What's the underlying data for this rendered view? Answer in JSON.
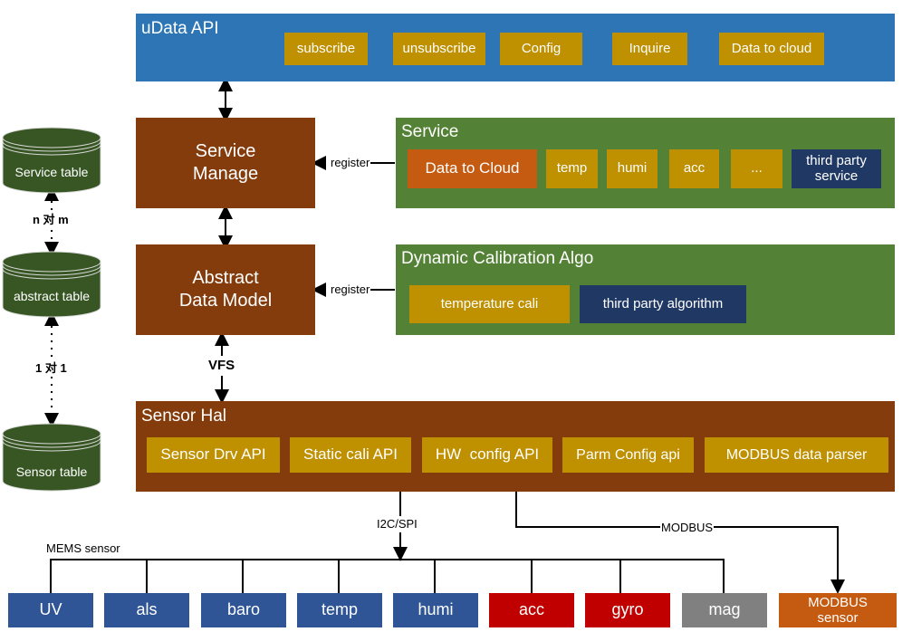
{
  "udata_api": {
    "title": "uData API",
    "buttons": [
      "subscribe",
      "unsubscribe",
      "Config",
      "Inquire",
      "Data to cloud"
    ]
  },
  "service_manage": {
    "line1": "Service",
    "line2": "Manage"
  },
  "abstract_data_model": {
    "line1": "Abstract",
    "line2": "Data Model"
  },
  "service": {
    "title": "Service",
    "items": [
      "Data to Cloud",
      "temp",
      "humi",
      "acc",
      "...",
      "third party service"
    ],
    "register_label": "register"
  },
  "calibration": {
    "title": "Dynamic Calibration Algo",
    "items": [
      "temperature cali",
      "third party algorithm"
    ],
    "register_label": "register"
  },
  "vfs_label": "VFS",
  "sensor_hal": {
    "title": "Sensor Hal",
    "items": [
      "Sensor Drv API",
      "Static cali API",
      "HW  config API",
      "Parm Config api",
      "MODBUS data parser"
    ]
  },
  "tables": {
    "service_table": "Service table",
    "abstract_table": "abstract table",
    "sensor_table": "Sensor table",
    "relation_top": "n 对 m",
    "relation_bottom": "1 对 1"
  },
  "bus": {
    "i2c_label": "I2C/SPI",
    "modbus_label": "MODBUS",
    "mems_label": "MEMS sensor"
  },
  "sensors": [
    {
      "label": "UV",
      "color": "#2f5597"
    },
    {
      "label": "als",
      "color": "#2f5597"
    },
    {
      "label": "baro",
      "color": "#2f5597"
    },
    {
      "label": "temp",
      "color": "#2f5597"
    },
    {
      "label": "humi",
      "color": "#2f5597"
    },
    {
      "label": "acc",
      "color": "#c00000"
    },
    {
      "label": "gyro",
      "color": "#c00000"
    },
    {
      "label": "mag",
      "color": "#808080"
    }
  ],
  "modbus_sensor": {
    "line1": "MODBUS",
    "line2": "sensor"
  },
  "colors": {
    "api_blue": "#2e75b6",
    "service_green": "#538135",
    "core_brown": "#843c0c",
    "chip_gold": "#bf9000",
    "cloud_orange": "#c55a11",
    "third_party_navy": "#203864"
  }
}
